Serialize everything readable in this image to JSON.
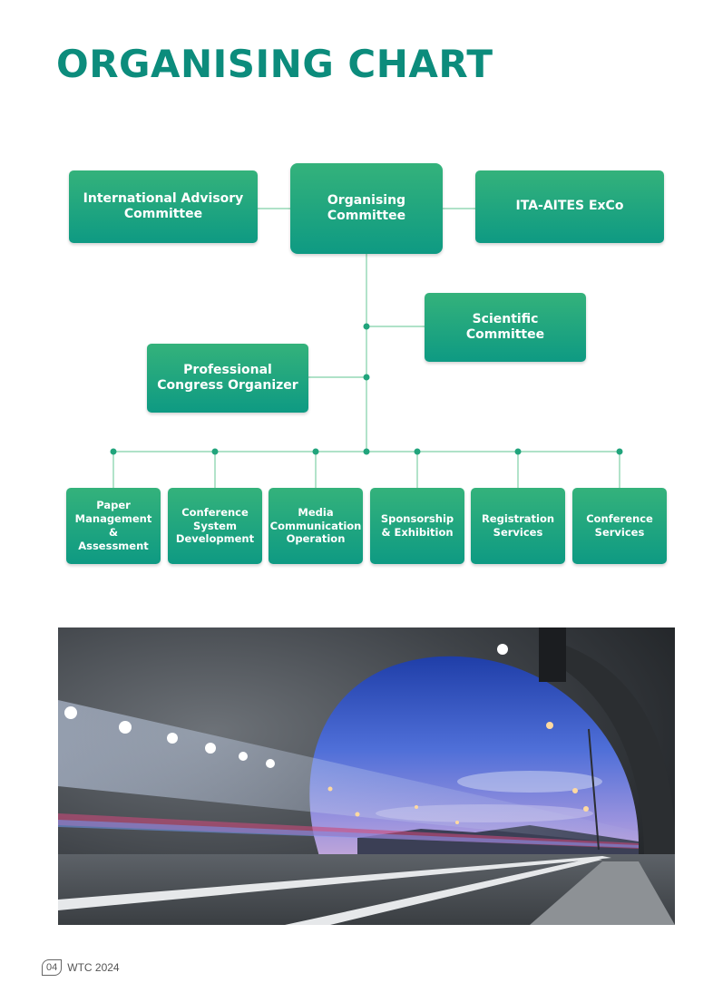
{
  "page": {
    "title": "ORGANISING CHART"
  },
  "org_chart": {
    "top_row": {
      "left": "International Advisory Committee",
      "center": "Organising Committee",
      "right": "ITA-AITES ExCo"
    },
    "scientific": "Scientific Committee",
    "pco": "Professional Congress Organizer",
    "units": [
      "Paper Management & Assessment",
      "Conference System Development",
      "Media Communication Operation",
      "Sponsorship & Exhibition",
      "Registration Services",
      "Conference Services"
    ]
  },
  "colors": {
    "title": "#0c8c7c",
    "box_gradient_top": "#34b27b",
    "box_gradient_bottom": "#0e9a83",
    "connector": "#7fd0a6"
  },
  "footer": {
    "page_number": "04",
    "label": "WTC 2024"
  }
}
